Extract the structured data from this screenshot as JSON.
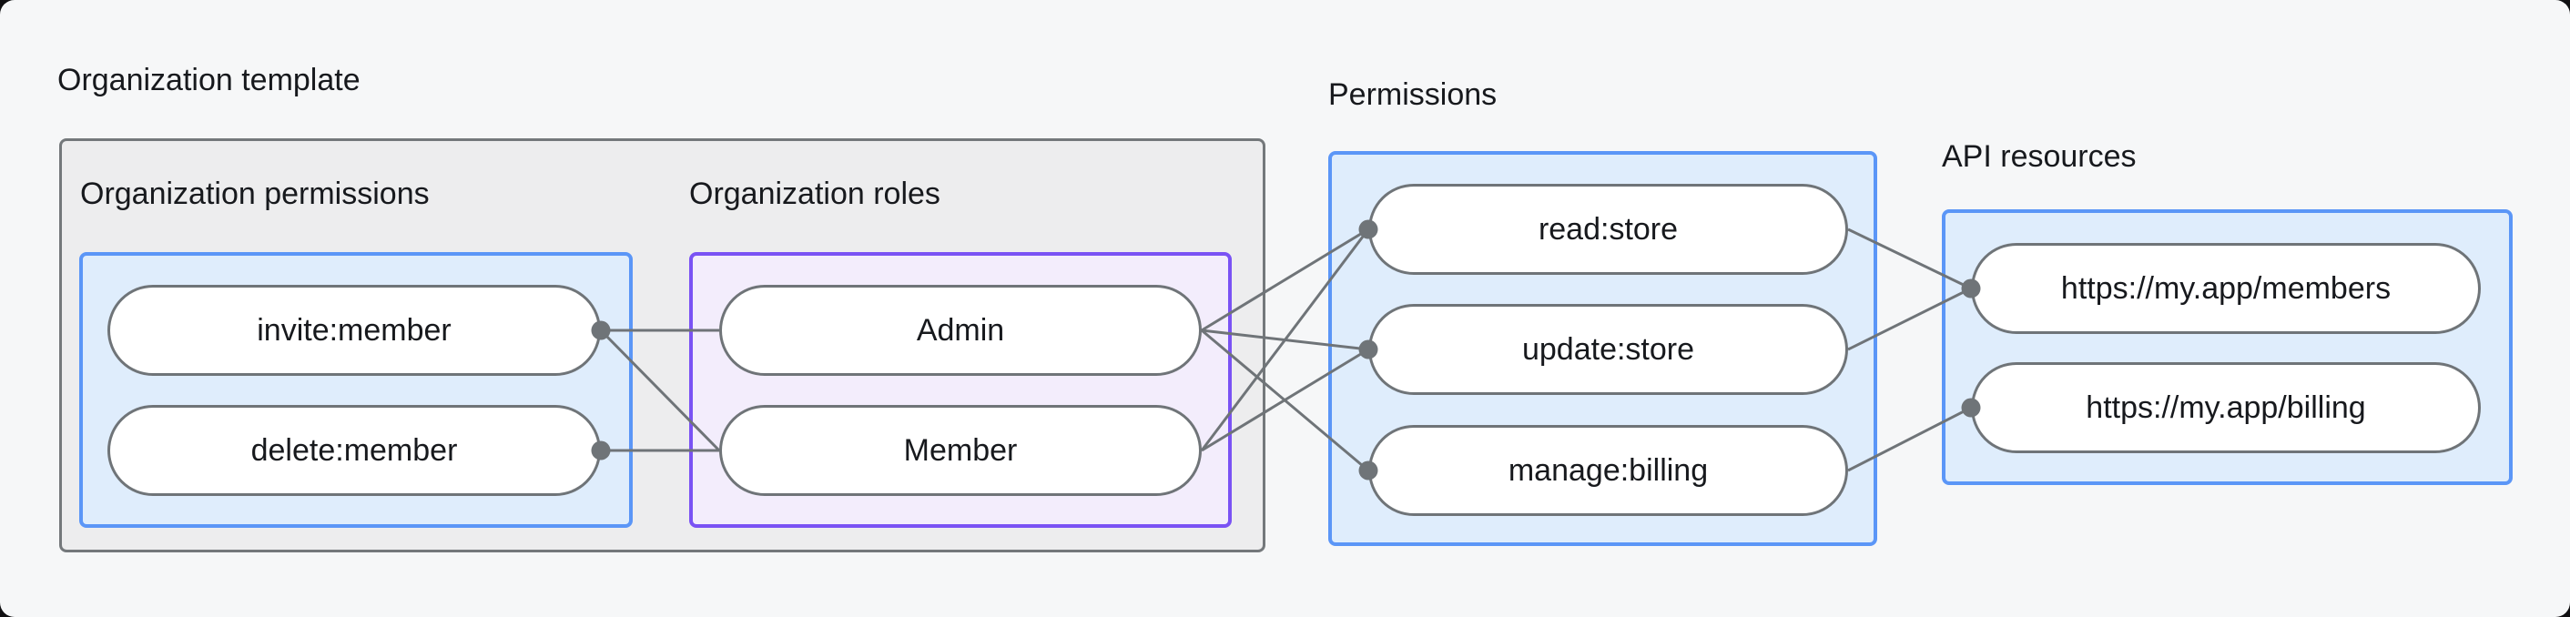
{
  "canvas": {
    "background": "#f6f7f8",
    "outer_background": "#101012"
  },
  "colors": {
    "gray_box_fill": "#ededee",
    "gray_box_border": "#74787b",
    "blue_box_fill": "#dfedfc",
    "blue_box_border": "#5b96f7",
    "purple_box_fill": "#f3edfc",
    "purple_box_border": "#7a52f4",
    "pill_fill": "#ffffff",
    "pill_border": "#6f7478",
    "edge_color": "#6f7478",
    "text_color": "#17191d"
  },
  "org_template": {
    "label": "Organization template",
    "org_permissions": {
      "label": "Organization permissions",
      "items": [
        {
          "id": "invite_member",
          "label": "invite:member"
        },
        {
          "id": "delete_member",
          "label": "delete:member"
        }
      ]
    },
    "org_roles": {
      "label": "Organization roles",
      "items": [
        {
          "id": "admin",
          "label": "Admin"
        },
        {
          "id": "member",
          "label": "Member"
        }
      ]
    }
  },
  "permissions": {
    "label": "Permissions",
    "items": [
      {
        "id": "read_store",
        "label": "read:store"
      },
      {
        "id": "update_store",
        "label": "update:store"
      },
      {
        "id": "manage_billing",
        "label": "manage:billing"
      }
    ]
  },
  "api_resources": {
    "label": "API resources",
    "items": [
      {
        "id": "api_members",
        "label": "https://my.app/members"
      },
      {
        "id": "api_billing",
        "label": "https://my.app/billing"
      }
    ]
  },
  "edges": [
    {
      "from": "invite_member",
      "to": "admin"
    },
    {
      "from": "invite_member",
      "to": "member"
    },
    {
      "from": "delete_member",
      "to": "member"
    },
    {
      "from": "admin",
      "to": "read_store"
    },
    {
      "from": "admin",
      "to": "update_store"
    },
    {
      "from": "admin",
      "to": "manage_billing"
    },
    {
      "from": "member",
      "to": "read_store"
    },
    {
      "from": "member",
      "to": "update_store"
    },
    {
      "from": "read_store",
      "to": "api_members"
    },
    {
      "from": "update_store",
      "to": "api_members"
    },
    {
      "from": "manage_billing",
      "to": "api_billing"
    }
  ]
}
